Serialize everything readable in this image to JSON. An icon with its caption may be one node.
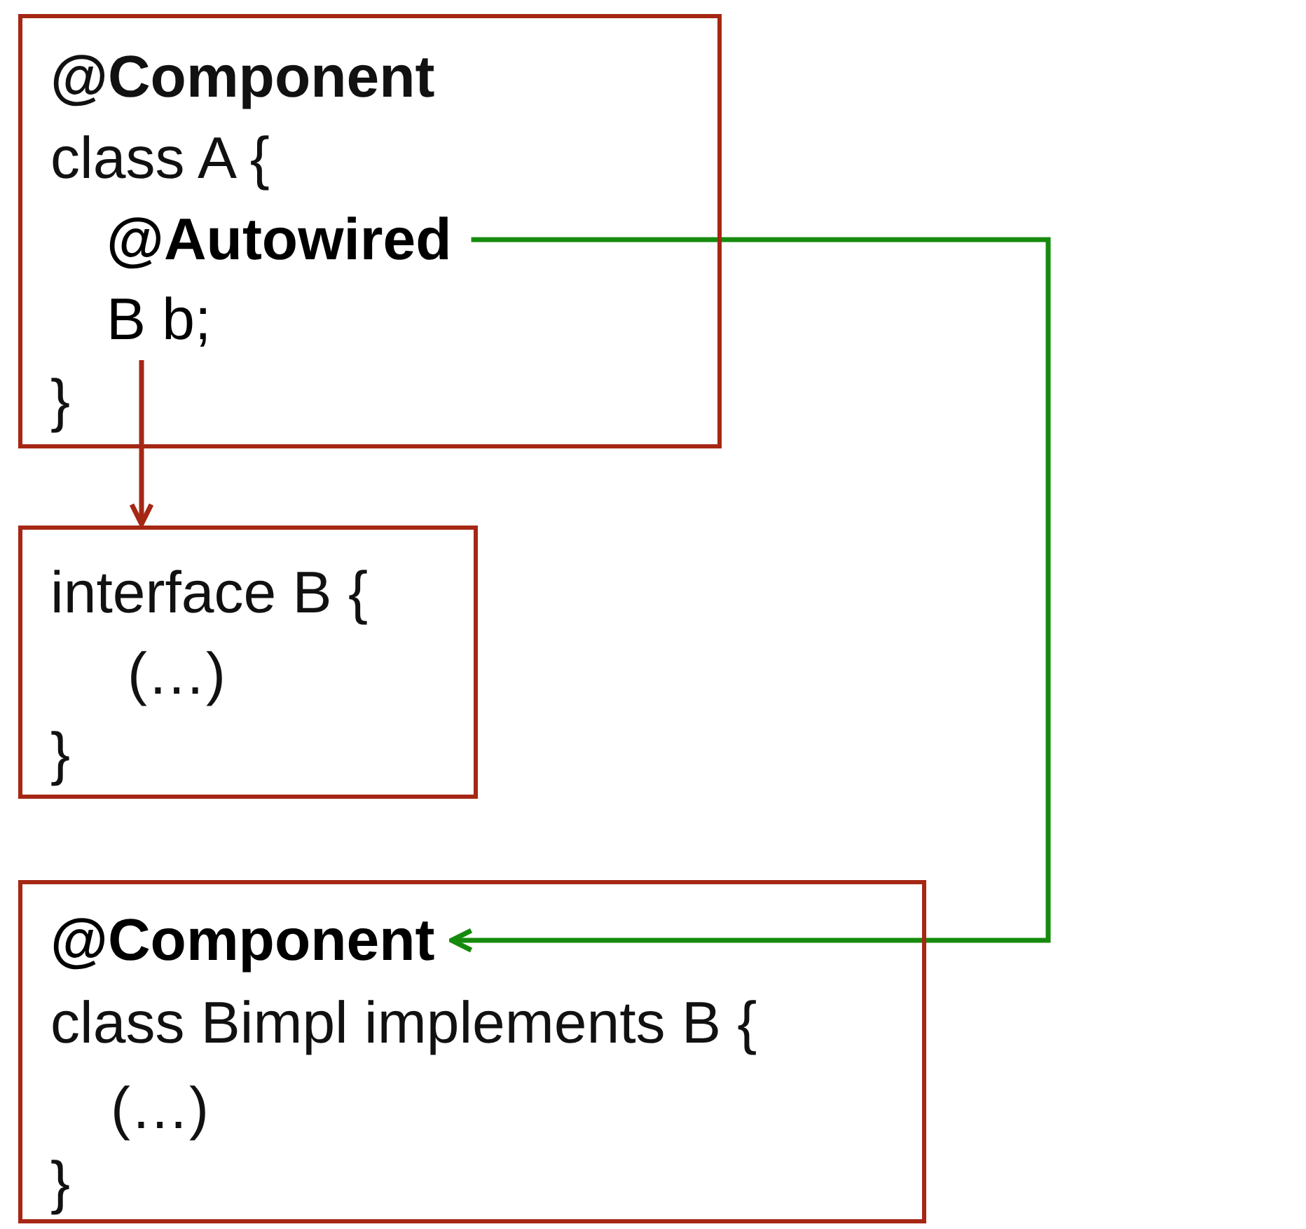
{
  "diagram": {
    "nodes": [
      {
        "text": [
          "@Component",
          "class A {",
          "}"
        ]
      },
      {
        "text": [
          "@Autowired"
        ],
        "in": 0
      },
      {
        "text": [
          "B b;"
        ],
        "in": 0
      },
      {
        "text": [
          "interface B {",
          "(…)",
          "}"
        ]
      },
      {
        "text": [
          "class Bimpl implements B {",
          "(…)",
          "}"
        ]
      },
      {
        "text": [
          "@Component"
        ],
        "in": 4
      }
    ],
    "edges": [
      {
        "from": 2,
        "to": 3,
        "arrow": "to",
        "color": "#a52714"
      },
      {
        "from": 1,
        "to": 5,
        "arrow": "to",
        "color": "#168a0c"
      }
    ]
  }
}
